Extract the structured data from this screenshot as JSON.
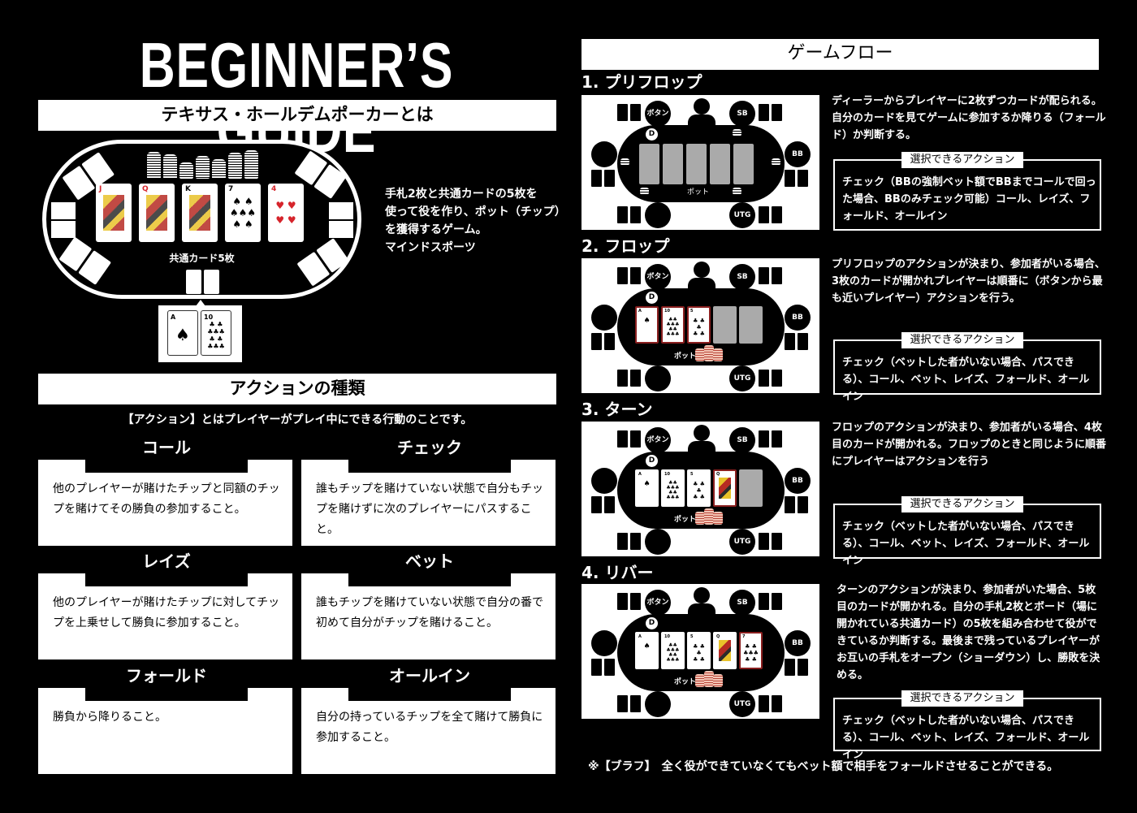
{
  "title": "BEGINNER’S GUIDE",
  "intro_section": {
    "heading": "テキサス・ホールデムポーカーとは",
    "community_label": "共通カード5枚",
    "community_cards": [
      {
        "rank": "J",
        "suit": "♥",
        "red": true,
        "face": true
      },
      {
        "rank": "Q",
        "suit": "♦",
        "red": true,
        "face": true
      },
      {
        "rank": "K",
        "suit": "♣",
        "red": false,
        "face": true
      },
      {
        "rank": "7",
        "suit": "♠",
        "red": false,
        "face": false
      },
      {
        "rank": "4",
        "suit": "♥",
        "red": true,
        "face": false
      }
    ],
    "hand_cards": [
      {
        "rank": "A",
        "suit": "♠"
      },
      {
        "rank": "10",
        "suit": "♣"
      }
    ],
    "description": [
      "手札2枚と共通カードの5枚を",
      "使って役を作り、ポット（チップ）",
      "を獲得するゲーム。",
      "マインドスポーツ"
    ]
  },
  "actions_section": {
    "heading": "アクションの種類",
    "intro": "【アクション】とはプレイヤーがプレイ中にできる行動のことです。",
    "items": [
      {
        "title": "コール",
        "desc": "他のプレイヤーが賭けたチップと同額のチップを賭けてその勝負の参加すること。"
      },
      {
        "title": "チェック",
        "desc": "誰もチップを賭けていない状態で自分もチップを賭けずに次のプレイヤーにパスすること。"
      },
      {
        "title": "レイズ",
        "desc": "他のプレイヤーが賭けたチップに対してチップを上乗せして勝負に参加すること。"
      },
      {
        "title": "ベット",
        "desc": "誰もチップを賭けていない状態で自分の番で初めて自分がチップを賭けること。"
      },
      {
        "title": "フォールド",
        "desc": "勝負から降りること。"
      },
      {
        "title": "オールイン",
        "desc": "自分の持っているチップを全て賭けて勝負に参加すること。"
      }
    ]
  },
  "game_flow": {
    "heading": "ゲームフロー",
    "seat_labels": {
      "button": "ボタン",
      "sb": "SB",
      "bb": "BB",
      "utg": "UTG",
      "dealer": "D",
      "pot": "ポット"
    },
    "actions_label": "選択できるアクション",
    "stages": [
      {
        "title": "1. プリフロップ",
        "desc": "ディーラーからプレイヤーに2枚ずつカードが配られる。自分のカードを見てゲームに参加するか降りる（フォールド）か判断する。",
        "actions": "チェック（BBの強制ベット額でBBまでコールで回った場合、BBのみチェック可能）コール、レイズ、フォールド、オールイン",
        "board": []
      },
      {
        "title": "2. フロップ",
        "desc": "プリフロップのアクションが決まり、参加者がいる場合、3枚のカードが開かれプレイヤーは順番に（ボタンから最も近いプレイヤー）アクションを行う。",
        "actions": "チェック（ベットした者がいない場合、パスできる）、コール、ベット、レイズ、フォールド、オールイン",
        "board": [
          "A♠",
          "10♣",
          "5♣"
        ]
      },
      {
        "title": "3. ターン",
        "desc": "フロップのアクションが決まり、参加者がいる場合、4枚目のカードが開かれる。フロップのときと同じように順番にプレイヤーはアクションを行う",
        "actions": "チェック（ベットした者がいない場合、パスできる）、コール、ベット、レイズ、フォールド、オールイン",
        "board": [
          "A♠",
          "10♣",
          "5♣",
          "Q♦"
        ]
      },
      {
        "title": "4. リバー",
        "desc": "ターンのアクションが決まり、参加者がいた場合、5枚目のカードが開かれる。自分の手札2枚とボード（場に開かれている共通カード）の5枚を組み合わせて役ができているか判断する。最後まで残っているプレイヤーがお互いの手札をオープン（ショーダウン）し、勝敗を決める。",
        "actions": "チェック（ベットした者がいない場合、パスできる）、コール、ベット、レイズ、フォールド、オールイン",
        "board": [
          "A♠",
          "10♣",
          "5♣",
          "Q♦",
          "7♣"
        ]
      }
    ],
    "note": "※【ブラフ】　全く役ができていなくてもベット額で相手をフォールドさせることができる。"
  },
  "colors": {
    "background": "#000000",
    "panel": "#ffffff",
    "highlight_border": "#8a1f1f",
    "chip": "#f3c5b5",
    "card_red": "#d6242b"
  }
}
